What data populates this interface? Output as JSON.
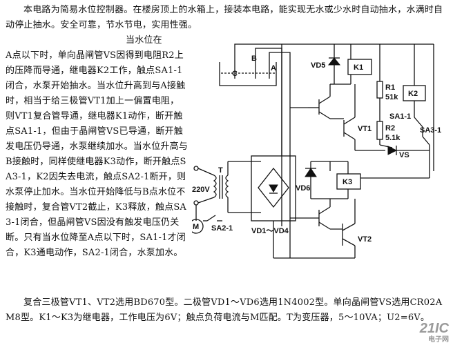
{
  "article": {
    "intro": "本电路为简易水位控制器。在楼房顶上的水箱上，接装本电路，能实现无水或少水时自动抽水，水满时自动停止抽水。安全可靠，节水节电，实用性强。",
    "body_first": "当水位在",
    "body_main": "A点以下时，单向晶闸管VS因得到电阻R2上的压降而导通，继电器K2工作，触点SA1-1闭合，水泵开始抽水。当水位升高到与A接触时，相当于给三极管VT1加上一偏置电阻，则VT1复合管导通，继电器K1动作，断开触点SA1-1，但由于晶闸管VS已导通，断开触发电压仍导通，水泵继续加水。当水位升高与B接触时，同样使继电器K3动作，断开触点SA3-1，K2因失去电流，触点SA2-1断开，则水泵停止加水。当水位开始降低与B点水位不接触时，复合管VT2截止，K3释放，触点SA3-1闭合，但晶闸管VS因没有触发电压仍关断。只有当水位降至A点以下时，SA1-1才闭合，K3通电动作，SA2-1闭合，水泵加水。",
    "footer": "复合三极管VT1、VT2选用BD670型。二极管VD1～VD6选用1N4002型。单向晶闸管VS选用CR02AM8型。K1～K3为继电器，工作电压为6V；触点负荷电流与M匹配。T为变压器，5～10VA；U2=6V。"
  },
  "schematic": {
    "labels": {
      "C": "C",
      "B": "B",
      "A": "A",
      "VD5": "VD5",
      "K1": "K1",
      "K2": "K2",
      "K3": "K3",
      "R1": "R1",
      "R1v": "51k",
      "R2": "R2",
      "R2v": "5.1k",
      "VT1": "VT1",
      "VT2": "VT2",
      "VS": "VS",
      "SA11": "SA1-1",
      "SA31": "SA3-1",
      "SA21": "SA2-1",
      "VD6": "VD6",
      "T": "T",
      "V220": "220V",
      "M": "M",
      "VD14": "VD1～VD4"
    }
  },
  "watermark": {
    "main": "21IC",
    "sub": "电子网"
  }
}
